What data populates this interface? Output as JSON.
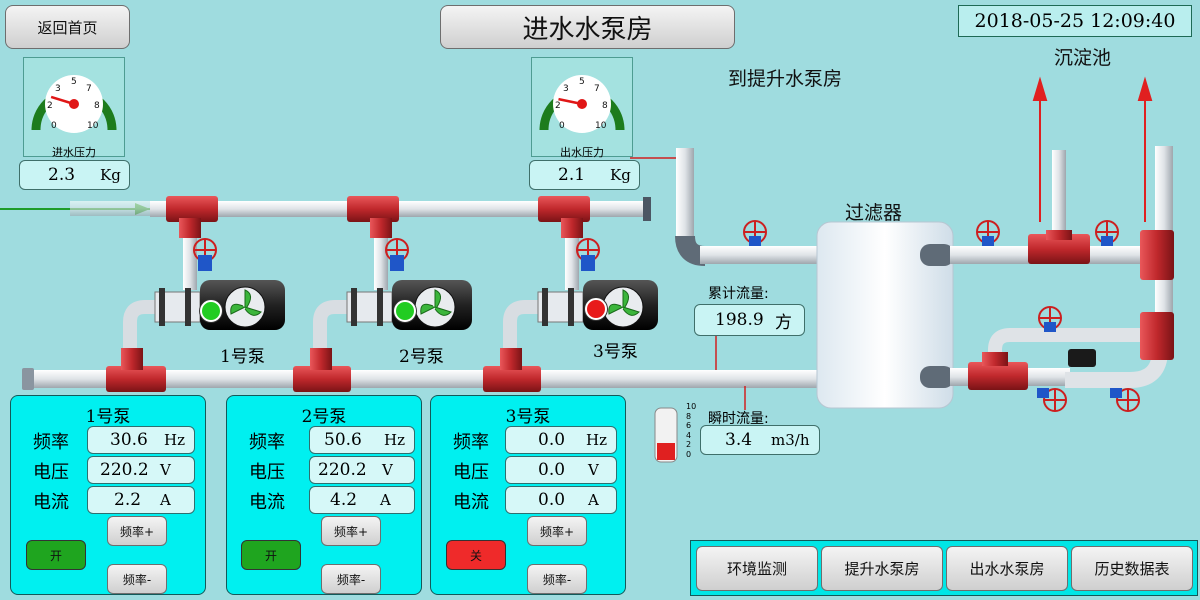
{
  "header": {
    "back_label": "返回首页",
    "title": "进水水泵房",
    "datetime": "2018-05-25  12:09:40"
  },
  "labels": {
    "to_lift_pump": "到提升水泵房",
    "sedimentation_tank": "沉淀池",
    "filter": "过滤器",
    "cumulative_flow_label": "累计流量:",
    "instant_flow_label": "瞬时流量:"
  },
  "gauges": {
    "inlet": {
      "caption": "进水压力",
      "value": "2.3",
      "unit": "Kg",
      "ticks": [
        "0",
        "2",
        "3",
        "5",
        "7",
        "8",
        "10"
      ],
      "needle_value": 2.3
    },
    "outlet": {
      "caption": "出水压力",
      "value": "2.1",
      "unit": "Kg",
      "ticks": [
        "0",
        "2",
        "3",
        "5",
        "7",
        "8",
        "10"
      ],
      "needle_value": 2.1
    }
  },
  "flow": {
    "cumulative_value": "198.9",
    "cumulative_unit": "方",
    "instant_value": "3.4",
    "instant_unit": "m3/h",
    "bar_ticks": [
      "10",
      "8",
      "6",
      "4",
      "2",
      "0"
    ],
    "bar_level": 0.34
  },
  "pumps": [
    {
      "name": "1号泵",
      "indicator": "#22cc22",
      "freq_label": "频率",
      "freq_value": "30.6",
      "freq_unit": "Hz",
      "voltage_label": "电压",
      "voltage_value": "220.2",
      "voltage_unit": "V",
      "current_label": "电流",
      "current_value": "2.2",
      "current_unit": "A",
      "switch_label": "开",
      "switch_color": "#1fa51f",
      "freq_up": "频率+",
      "freq_down": "频率-"
    },
    {
      "name": "2号泵",
      "indicator": "#22cc22",
      "freq_label": "频率",
      "freq_value": "50.6",
      "freq_unit": "Hz",
      "voltage_label": "电压",
      "voltage_value": "220.2",
      "voltage_unit": "V",
      "current_label": "电流",
      "current_value": "4.2",
      "current_unit": "A",
      "switch_label": "开",
      "switch_color": "#1fa51f",
      "freq_up": "频率+",
      "freq_down": "频率-"
    },
    {
      "name": "3号泵",
      "indicator": "#e81a1a",
      "freq_label": "频率",
      "freq_value": "0.0",
      "freq_unit": "Hz",
      "voltage_label": "电压",
      "voltage_value": "0.0",
      "voltage_unit": "V",
      "current_label": "电流",
      "current_value": "0.0",
      "current_unit": "A",
      "switch_label": "关",
      "switch_color": "#ef2a2a",
      "freq_up": "频率+",
      "freq_down": "频率-"
    }
  ],
  "nav": [
    "环境监测",
    "提升水泵房",
    "出水水泵房",
    "历史数据表"
  ],
  "colors": {
    "pipe": "#e9ecef",
    "fitting": "#c0282c",
    "valve_wheel": "#cc1f1f",
    "valve_body": "#1f56c8",
    "motor": "#222222",
    "fan": "#3bb53b",
    "arrow": "#e02020"
  }
}
